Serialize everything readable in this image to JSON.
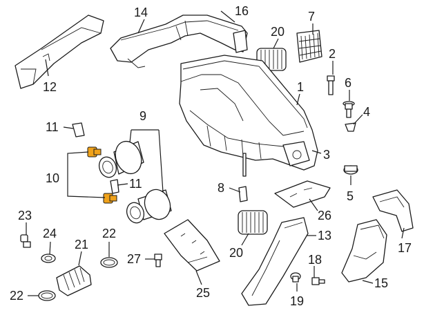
{
  "callouts": {
    "c1": "1",
    "c2": "2",
    "c3": "3",
    "c4": "4",
    "c5": "5",
    "c6": "6",
    "c7": "7",
    "c8": "8",
    "c9": "9",
    "c10": "10",
    "c11a": "11",
    "c11b": "11",
    "c12": "12",
    "c13": "13",
    "c14": "14",
    "c15": "15",
    "c16": "16",
    "c17": "17",
    "c18": "18",
    "c19": "19",
    "c20a": "20",
    "c20b": "20",
    "c21": "21",
    "c22a": "22",
    "c22b": "22",
    "c23": "23",
    "c24": "24",
    "c25": "25",
    "c26": "26",
    "c27": "27"
  },
  "colors": {
    "highlight": "#f0a21a",
    "line": "#1a1a1a"
  }
}
